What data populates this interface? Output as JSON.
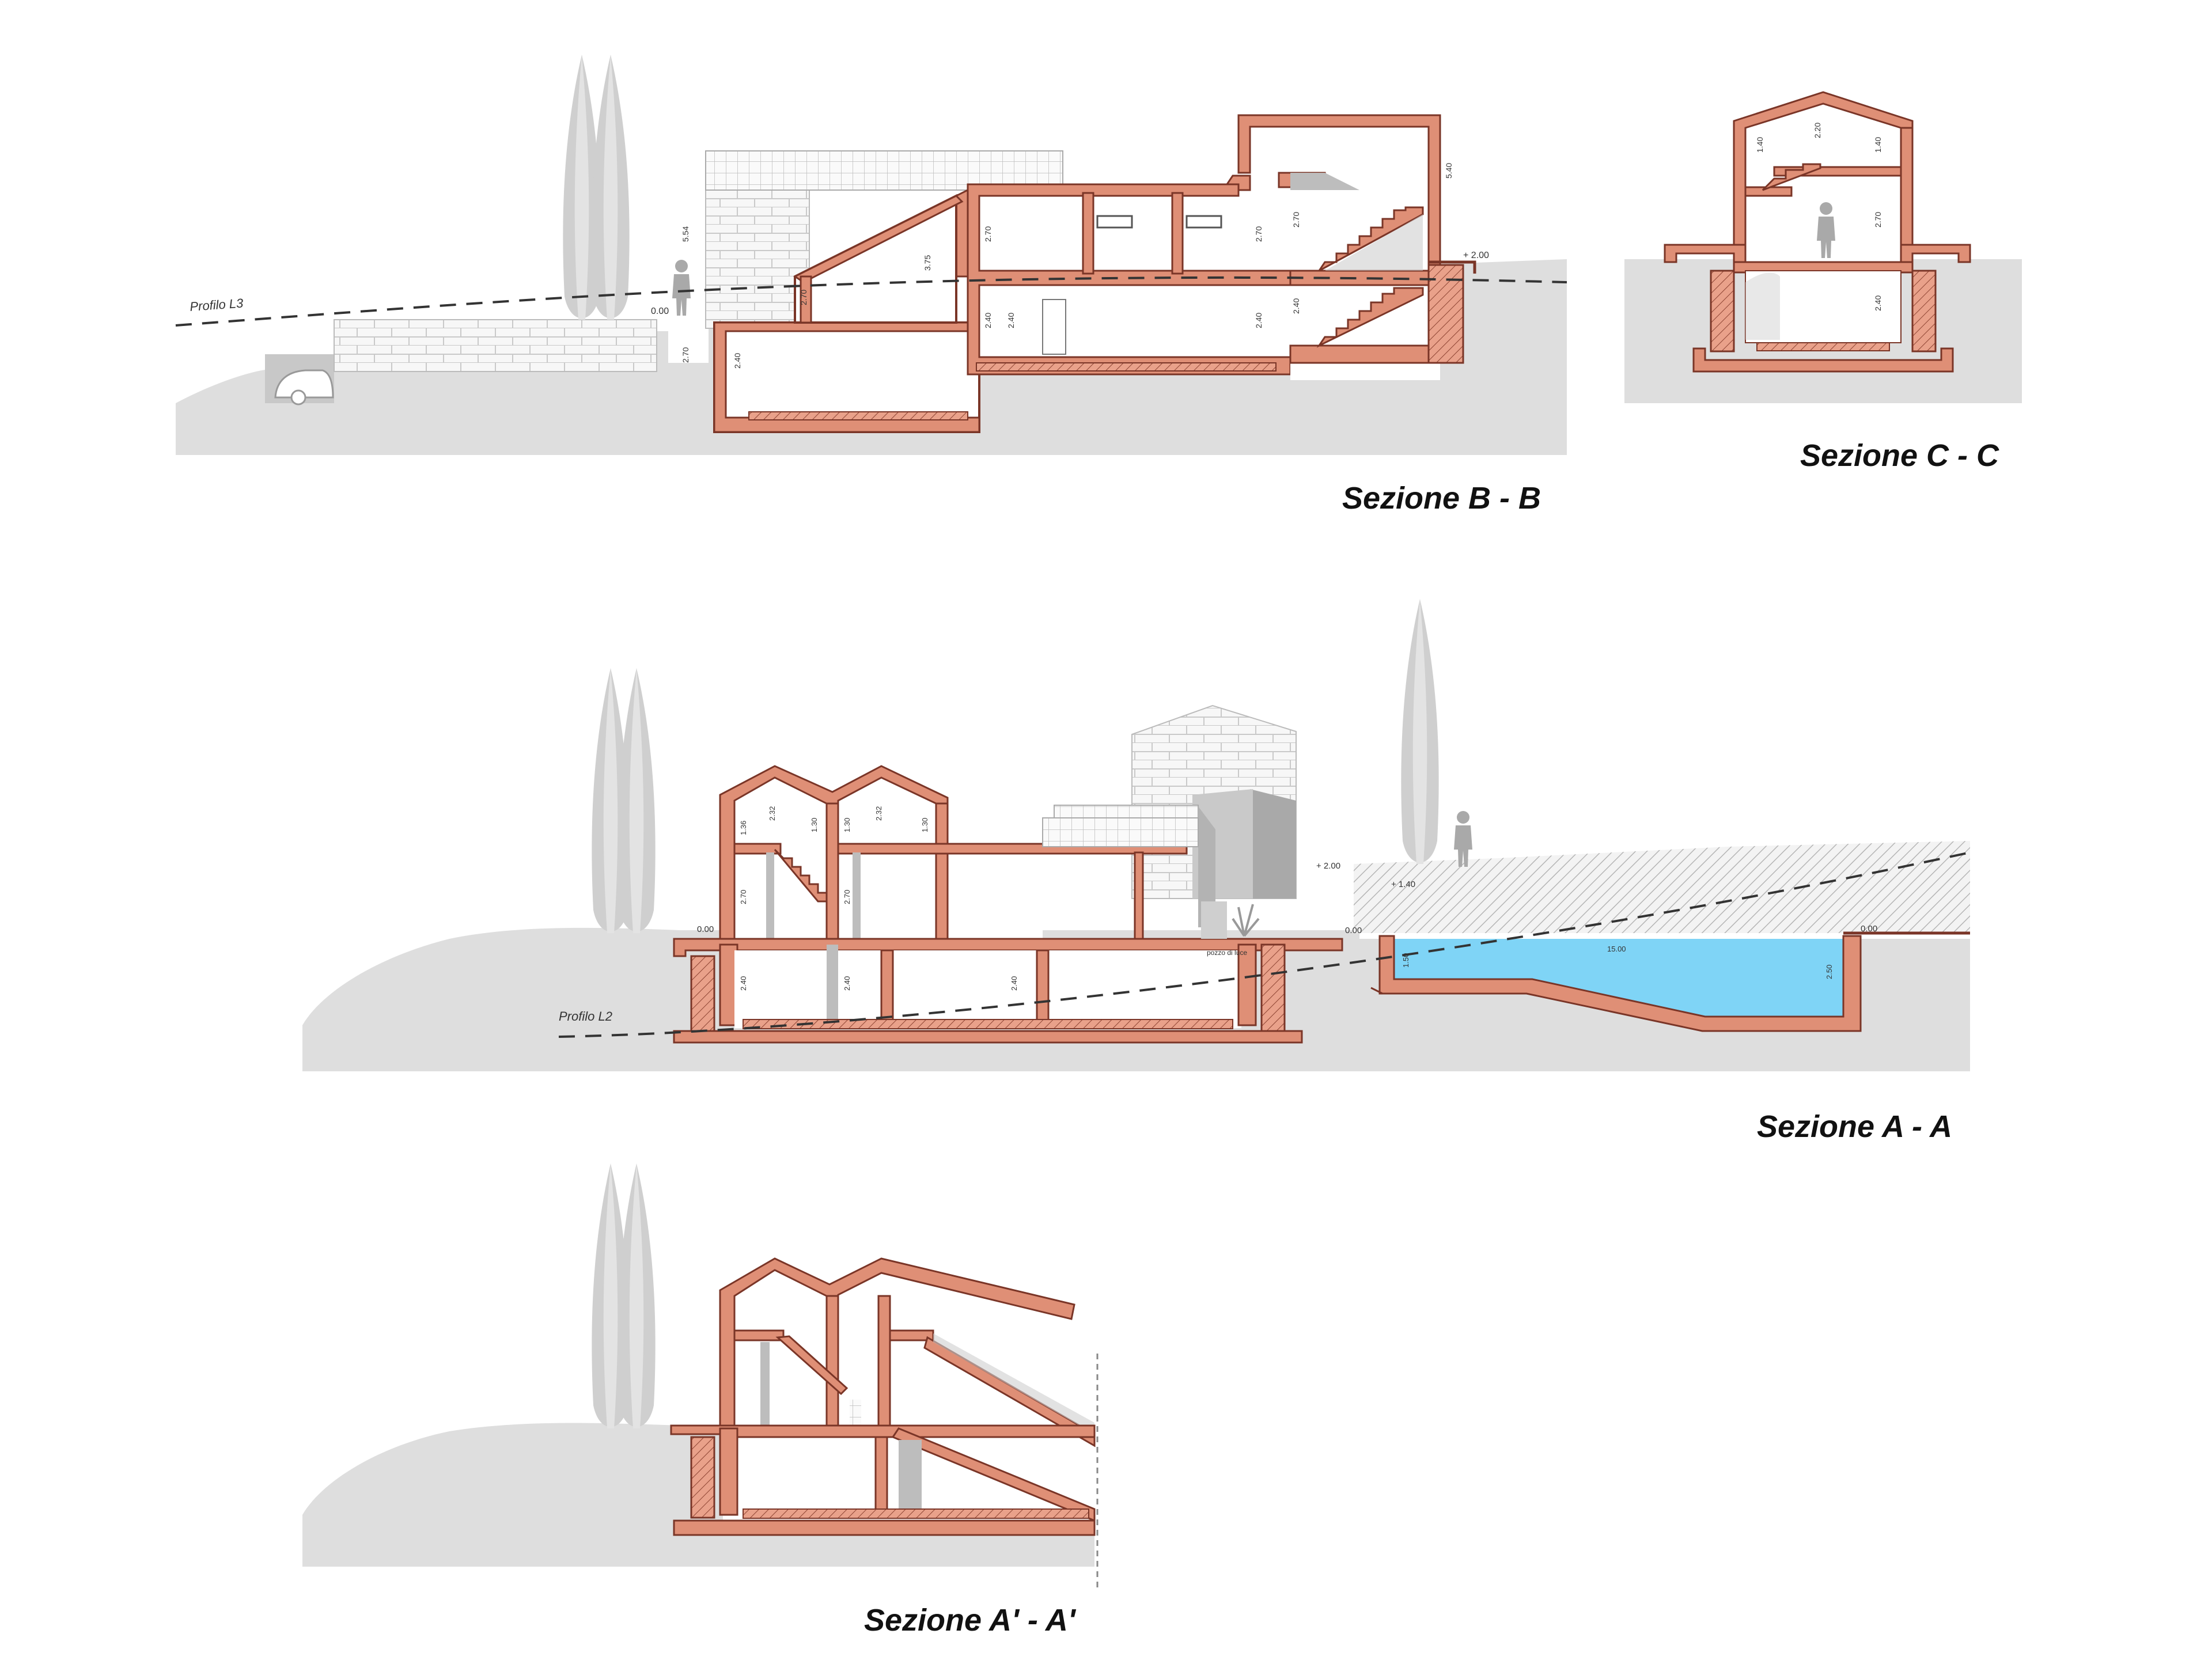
{
  "colors": {
    "wall_section": "#df8f76",
    "wall_outline": "#7a3527",
    "ground": "#dedede",
    "interior_shadow": "#cfcfcf",
    "pool_water": "#7fd4f6",
    "text": "#111111"
  },
  "icons": [
    "cypress-tree-icon",
    "human-figure-icon",
    "car-icon",
    "plant-icon"
  ],
  "sections": {
    "bb": {
      "title": "Sezione B - B",
      "profile_label": "Profilo L3",
      "levels": [
        "0.00",
        "+ 2.00"
      ],
      "dims": [
        "5.54",
        "2.70",
        "2.40",
        "2.70",
        "3.75",
        "2.40",
        "2.70",
        "2.40",
        "2.70",
        "2.40",
        "5.40",
        "2.70",
        "2.40"
      ]
    },
    "cc": {
      "title": "Sezione C - C",
      "dims": [
        "1.40",
        "2.20",
        "1.40",
        "2.70",
        "2.40"
      ]
    },
    "aa": {
      "title": "Sezione A - A",
      "profile_label": "Profilo L2",
      "levels": [
        "0.00",
        "0.00",
        "+ 2.00",
        "+ 1.40",
        "0.00"
      ],
      "dims": [
        "1.36",
        "2.32",
        "1.30",
        "1.30",
        "2.32",
        "1.30",
        "2.70",
        "2.70",
        "2.40",
        "2.40",
        "2.40",
        "1.50",
        "15.00",
        "2.50"
      ],
      "note": "pozzo di luce"
    },
    "a1": {
      "title": "Sezione A' - A'"
    }
  }
}
